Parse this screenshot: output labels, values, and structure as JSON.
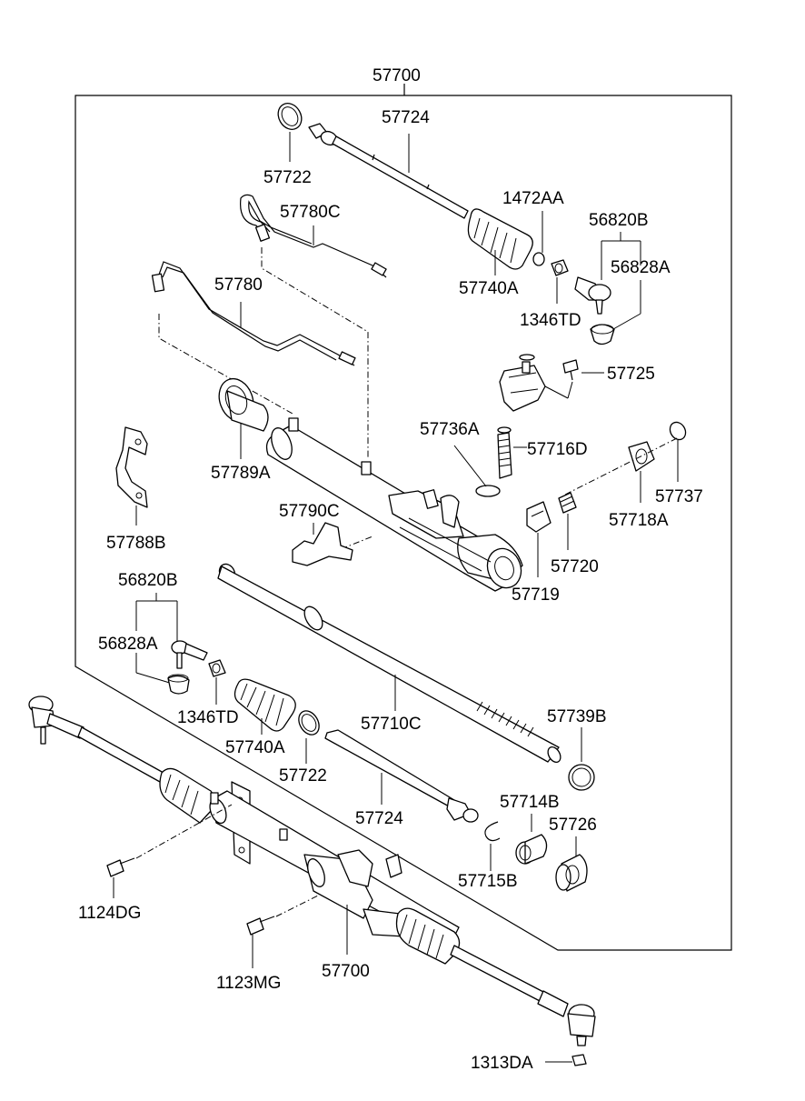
{
  "diagram": {
    "labels": {
      "assembly_top": "57700",
      "assembly_bottom": "57700",
      "tie_rod_top": "57724",
      "tie_rod_mid": "57724",
      "band_top": "57722",
      "band_mid": "57722",
      "line_c": "57780C",
      "line": "57780",
      "clip": "1472AA",
      "boot_top": "57740A",
      "boot_mid": "57740A",
      "nut_top": "1346TD",
      "nut_mid": "1346TD",
      "end_top": "56820B",
      "end_mid": "56820B",
      "seal_top": "56828A",
      "seal_mid": "56828A",
      "bolt_valve": "57725",
      "bushing": "57789A",
      "oring_pinion": "57736A",
      "pinion": "57716D",
      "cap": "57737",
      "yoke_plug": "57718A",
      "bracket": "57788B",
      "bracket_c": "57790C",
      "spring": "57720",
      "support": "57719",
      "rack": "57710C",
      "ring": "57739B",
      "bushing_b": "57714B",
      "snap_ring": "57715B",
      "bush_ring": "57726",
      "bolt_left": "1124DG",
      "bolt_mid": "1123MG",
      "nut_bottom": "1313DA"
    }
  }
}
